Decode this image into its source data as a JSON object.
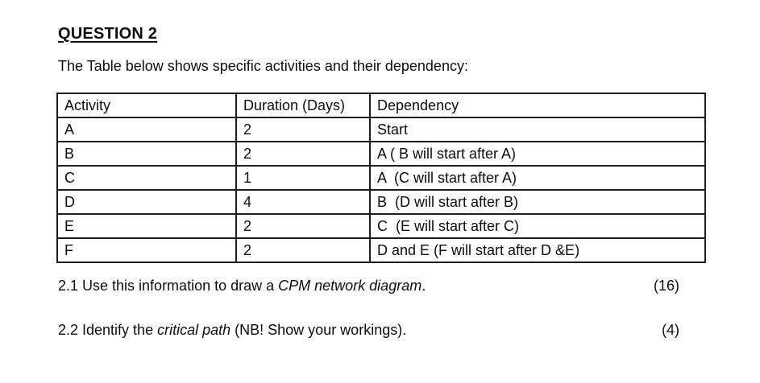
{
  "page": {
    "heading": "QUESTION 2",
    "intro": "The Table below shows specific activities and their dependency:"
  },
  "table": {
    "headers": [
      "Activity",
      "Duration (Days)",
      "Dependency"
    ],
    "rows": [
      [
        "A",
        "2",
        "Start"
      ],
      [
        "B",
        "2",
        "A ( B will start after A)"
      ],
      [
        "C",
        "1",
        "A  (C will start after A)"
      ],
      [
        "D",
        "4",
        "B  (D will start after B)"
      ],
      [
        "E",
        "2",
        "C  (E will start after C)"
      ],
      [
        "F",
        "2",
        "D and E (F will start after D &E)"
      ]
    ]
  },
  "questions": [
    {
      "prefix": "2.1 Use this information to draw a ",
      "italic": "CPM network diagram",
      "suffix": ".",
      "marks": "(16)"
    },
    {
      "prefix": "2.2 Identify the ",
      "italic": "critical path",
      "suffix": " (NB! Show your workings).",
      "marks": "(4)"
    }
  ],
  "colors": {
    "text": "#0d0d0d",
    "border": "#1c1c1c",
    "background": "#ffffff"
  }
}
